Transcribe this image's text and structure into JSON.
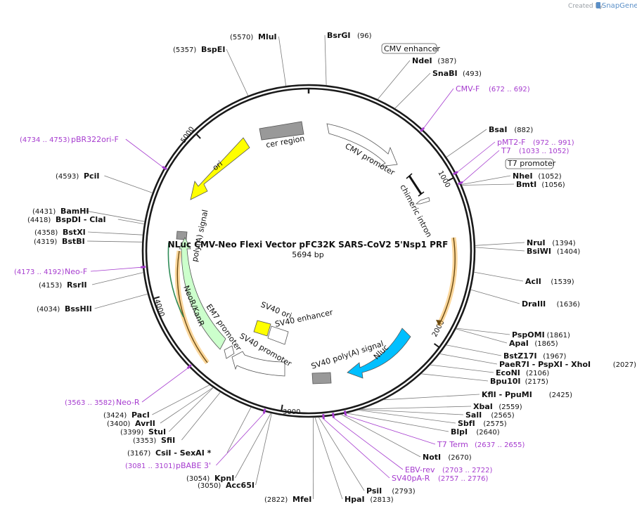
{
  "watermark": {
    "text": "Created by",
    "brand": "SnapGene"
  },
  "plasmid": {
    "title": "NLuc CMV-Neo Flexi Vector pFC32K SARS-CoV2 5'Nsp1 PRF",
    "length_label": "5694 bp",
    "length": 5694
  },
  "ticks": [
    {
      "bp": 1000,
      "label": "1000"
    },
    {
      "bp": 2000,
      "label": "2000"
    },
    {
      "bp": 3000,
      "label": "3000"
    },
    {
      "bp": 4000,
      "label": "4000"
    },
    {
      "bp": 5000,
      "label": "5000"
    }
  ],
  "enzymes": [
    {
      "name": "MluI",
      "pos": "(5570)"
    },
    {
      "name": "BsrGI",
      "pos": "(96)"
    },
    {
      "name": "BspEI",
      "pos": "(5357)"
    },
    {
      "name": "NdeI",
      "pos": "(387)"
    },
    {
      "name": "SnaBI",
      "pos": "(493)"
    },
    {
      "name": "BsaI",
      "pos": "(882)"
    },
    {
      "name": "NheI",
      "pos": "(1052)"
    },
    {
      "name": "BmtI",
      "pos": "(1056)"
    },
    {
      "name": "NruI",
      "pos": "(1394)"
    },
    {
      "name": "BsiWI",
      "pos": "(1404)"
    },
    {
      "name": "AclI",
      "pos": "(1539)"
    },
    {
      "name": "DraIII",
      "pos": "(1636)"
    },
    {
      "name": "PspOMI",
      "pos": "(1861)"
    },
    {
      "name": "ApaI",
      "pos": "(1865)"
    },
    {
      "name": "BstZ17I",
      "pos": "(1967)"
    },
    {
      "name": "PaeR7I  - PspXI  - XhoI",
      "pos": "(2027)"
    },
    {
      "name": "EcoNI",
      "pos": "(2106)"
    },
    {
      "name": "Bpu10I",
      "pos": "(2175)"
    },
    {
      "name": "KflI  - PpuMI",
      "pos": "(2425)"
    },
    {
      "name": "XbaI",
      "pos": "(2559)"
    },
    {
      "name": "SalI",
      "pos": "(2565)"
    },
    {
      "name": "SbfI",
      "pos": "(2575)"
    },
    {
      "name": "BlpI",
      "pos": "(2640)"
    },
    {
      "name": "NotI",
      "pos": "(2670)"
    },
    {
      "name": "PsiI",
      "pos": "(2793)"
    },
    {
      "name": "HpaI",
      "pos": "(2813)"
    },
    {
      "name": "MfeI",
      "pos": "(2822)"
    },
    {
      "name": "Acc65I",
      "pos": "(3050)"
    },
    {
      "name": "KpnI",
      "pos": "(3054)"
    },
    {
      "name": "CsiI  - SexAI *",
      "pos": "(3167)"
    },
    {
      "name": "SfiI",
      "pos": "(3353)"
    },
    {
      "name": "StuI",
      "pos": "(3399)"
    },
    {
      "name": "AvrII",
      "pos": "(3400)"
    },
    {
      "name": "PacI",
      "pos": "(3424)"
    },
    {
      "name": "BssHII",
      "pos": "(4034)"
    },
    {
      "name": "RsrII",
      "pos": "(4153)"
    },
    {
      "name": "BstBI",
      "pos": "(4319)"
    },
    {
      "name": "BstXI",
      "pos": "(4358)"
    },
    {
      "name": "BspDI  - ClaI",
      "pos": "(4418)"
    },
    {
      "name": "BamHI",
      "pos": "(4431)"
    },
    {
      "name": "PciI",
      "pos": "(4593)"
    }
  ],
  "primers": [
    {
      "name": "CMV-F",
      "range": "(672 .. 692)"
    },
    {
      "name": "pMT2-F",
      "range": "(972 .. 991)"
    },
    {
      "name": "T7",
      "range": "(1033 .. 1052)"
    },
    {
      "name": "T7 Term",
      "range": "(2637 .. 2655)"
    },
    {
      "name": "EBV-rev",
      "range": "(2703 .. 2722)"
    },
    {
      "name": "SV40pA-R",
      "range": "(2757 .. 2776)"
    },
    {
      "name": "pBABE 3'",
      "range": "(3081 .. 3101)"
    },
    {
      "name": "Neo-R",
      "range": "(3563 .. 3582)"
    },
    {
      "name": "Neo-F",
      "range": "(4173 .. 4192)"
    },
    {
      "name": "pBR322ori-F",
      "range": "(4734 .. 4753)"
    }
  ],
  "boxed_labels": {
    "cmv_enhancer": "CMV enhancer",
    "t7_promoter": "T7 promoter"
  },
  "features": {
    "cer_region": "cer region",
    "ori": "ori",
    "cmv_promoter": "CMV promoter",
    "chimeric_intron": "chimeric intron",
    "polya_signal": "poly(A) signal",
    "neor_kanr": "NeoR/KanR",
    "em7_promoter": "EM7 promoter",
    "sv40_promoter": "SV40 promoter",
    "sv40_ori": "SV40 ori",
    "sv40_enhancer": "SV40 enhancer",
    "sv40_polya": "SV40 poly(A) signal",
    "nluc": "Nluc"
  },
  "colors": {
    "backbone": "#1a1a1a",
    "ori": "#ffff00",
    "neor": "#ccffcc",
    "nluc": "#00bfff",
    "terminator": "#999999",
    "orf_highlight": "#f7b64a",
    "primer": "#a63ccf",
    "sv40_ori": "#ffff00"
  }
}
